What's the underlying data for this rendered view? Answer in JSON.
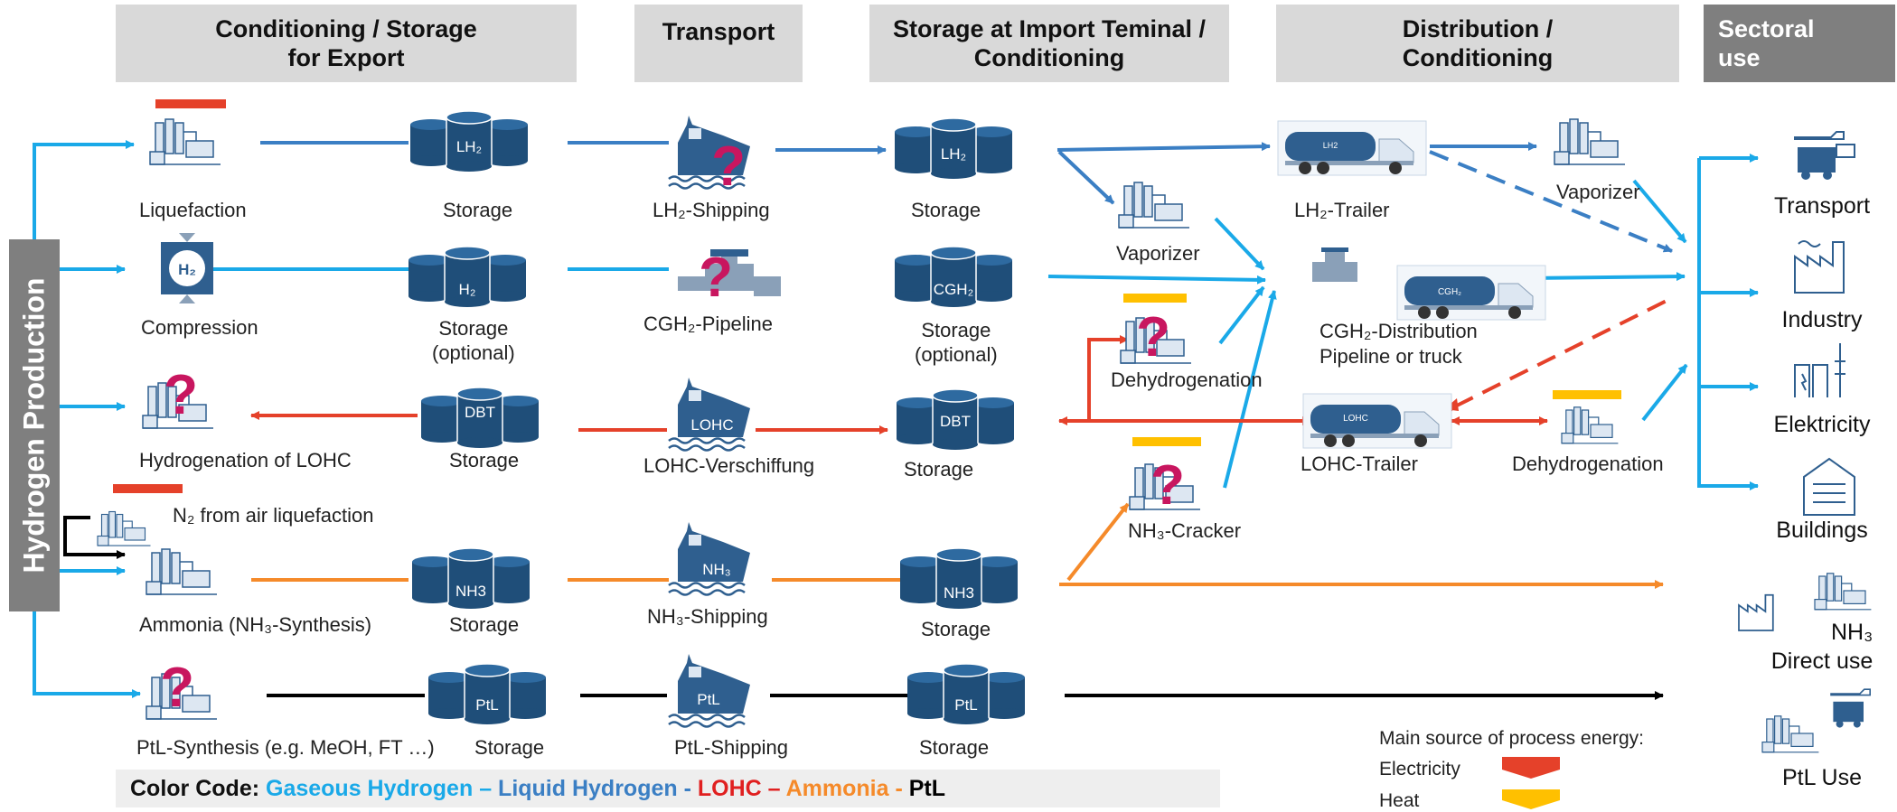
{
  "headers": {
    "conditioning": [
      "Conditioning / Storage",
      "for Export"
    ],
    "transport": "Transport",
    "import": [
      "Storage at Import Teminal /",
      "Conditioning"
    ],
    "distribution": [
      "Distribution /",
      "Conditioning"
    ],
    "sectoral": [
      "Sectoral",
      "use"
    ]
  },
  "side_label": "Hydrogen Production",
  "process_labels": {
    "liquefaction": "Liquefaction",
    "compression": "Compression",
    "hydrogenation": "Hydrogenation of LOHC",
    "n2": "N₂ from air liquefaction",
    "ammonia": "Ammonia (NH₃-Synthesis)",
    "ptl_synthesis": "PtL-Synthesis (e.g. MeOH, FT …)"
  },
  "storage_labels": {
    "s1": "Storage",
    "s2": [
      "Storage",
      "(optional)"
    ],
    "s3": "Storage",
    "s4": "Storage",
    "s5": "Storage"
  },
  "transport_labels": {
    "lh2": "LH₂-Shipping",
    "cgh2": "CGH₂-Pipeline",
    "lohc": "LOHC-Verschiffung",
    "nh3": "NH₃-Shipping",
    "ptl": "PtL-Shipping"
  },
  "import_labels": {
    "i1": "Storage",
    "i2": [
      "Storage",
      "(optional)"
    ],
    "i3": "Storage",
    "i4": "Storage",
    "i5": "Storage",
    "vaporizer": "Vaporizer",
    "dehydrogenation": "Dehydrogenation",
    "cracker": "NH₃-Cracker"
  },
  "distribution_labels": {
    "lh2_trailer": "LH₂-Trailer",
    "vaporizer": "Vaporizer",
    "cgh2": [
      "CGH₂-Distribution",
      "Pipeline or truck"
    ],
    "lohc_trailer": "LOHC-Trailer",
    "dehydrogenation": "Dehydrogenation"
  },
  "tank_texts": {
    "lh2": "LH₂",
    "h2": "H₂",
    "cgh2": "CGH₂",
    "dbt": "DBT",
    "nh3": "NH3",
    "ptl": "PtL",
    "ship_lohc": "LOHC",
    "ship_nh3": "NH₃",
    "ship_ptl": "PtL",
    "truck_lh2": "LH2",
    "truck_cgh2": "CGH₂",
    "truck_lohc": "LOHC"
  },
  "sectors": {
    "transport": "Transport",
    "industry": "Industry",
    "elektricity": "Elektricity",
    "buildings": "Buildings",
    "nh3": "NH₃",
    "direct_use": "Direct use",
    "ptl_use": "PtL Use"
  },
  "energy_legend": {
    "title": "Main source of process energy:",
    "electricity": "Electricity",
    "heat": "Heat"
  },
  "color_code": {
    "prefix": "Color Code:",
    "gaseous": "Gaseous Hydrogen",
    "sep1": "–",
    "liquid": "Liquid Hydrogen",
    "sep2": "-",
    "lohc": "LOHC",
    "sep3": "–",
    "ammonia": "Ammonia",
    "sep4": "-",
    "ptl": "PtL"
  },
  "colors": {
    "gaseous": "#1aa9e8",
    "liquid": "#3b7fc4",
    "lohc": "#e5412a",
    "ammonia": "#f58a2a",
    "ptl": "#000000",
    "tank": "#1f4e79",
    "question": "#c8165f",
    "electricity_marker": "#e5412a",
    "heat_marker": "#ffc000"
  }
}
